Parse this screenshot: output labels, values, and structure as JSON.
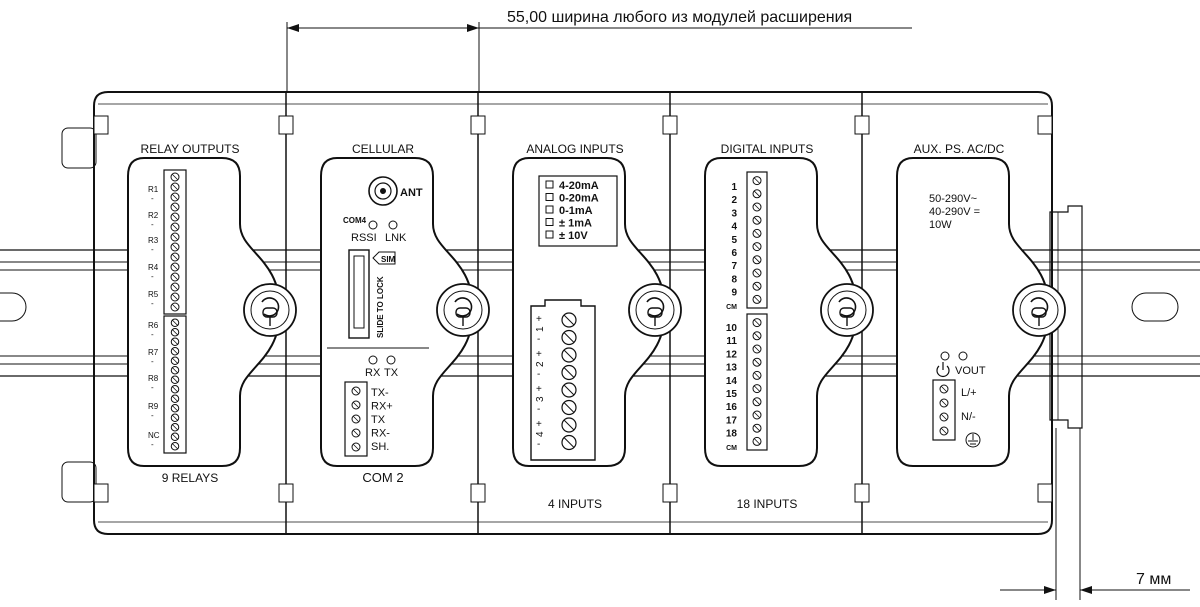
{
  "dimension_top": "55,00 ширина любого из модулей расширения",
  "dimension_bottom": "7 мм",
  "modules": [
    {
      "title": "RELAY OUTPUTS",
      "footer": "9 RELAYS",
      "terminal_labels": [
        "R1",
        "R2",
        "R3",
        "R4",
        "R5",
        "R6",
        "R7",
        "R8",
        "R9",
        "NC"
      ]
    },
    {
      "title": "CELLULAR",
      "footer": "COM 2",
      "antenna_label": "ANT",
      "com4_label": "COM4",
      "rssi_label": "RSSI",
      "lnk_label": "LNK",
      "sim_label": "SIM",
      "slide_lock_label": "SLIDE TO LOCK",
      "rx_label": "RX",
      "tx_label": "TX",
      "terminal_labels": [
        "TX-",
        "RX+",
        "TX",
        "RX-",
        "SH."
      ]
    },
    {
      "title": "ANALOG INPUTS",
      "footer": "4 INPUTS",
      "options": [
        "4-20mA",
        "0-20mA",
        "0-1mA",
        "± 1mA",
        "± 10V"
      ],
      "channels": [
        "1",
        "2",
        "3",
        "4"
      ]
    },
    {
      "title": "DIGITAL INPUTS",
      "footer": "18 INPUTS",
      "upper_terminals": [
        "1",
        "2",
        "3",
        "4",
        "5",
        "6",
        "7",
        "8",
        "9",
        "CM"
      ],
      "lower_terminals": [
        "10",
        "11",
        "12",
        "13",
        "14",
        "15",
        "16",
        "17",
        "18",
        "CM"
      ]
    },
    {
      "title": "AUX. PS. AC/DC",
      "footer": "",
      "spec_lines": [
        "50-290V~",
        "40-290V  =",
        "10W"
      ],
      "vout_label": "VOUT",
      "terminal_labels": [
        "L/+",
        "N/-"
      ]
    }
  ]
}
